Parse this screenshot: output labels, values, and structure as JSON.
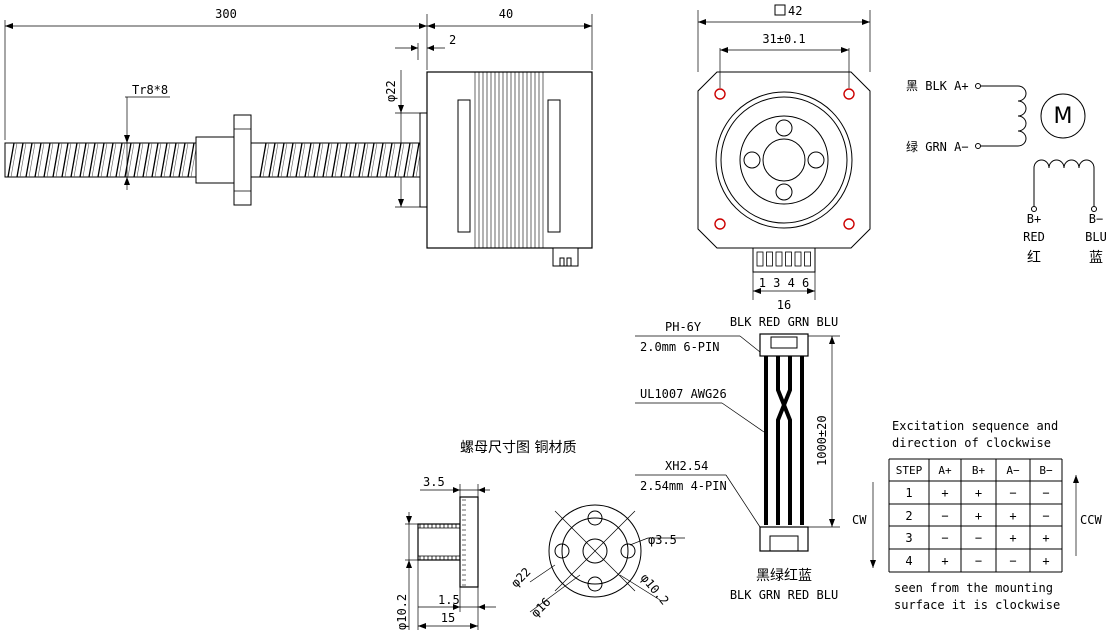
{
  "dims": {
    "screw_length": "300",
    "motor_length": "40",
    "boss_length": "2",
    "boss_dia": "φ22",
    "thread": "Tr8*8",
    "square": "42",
    "hole_pitch": "31±0.1",
    "connector_width": "16",
    "connector_pins": "1 3 4 6"
  },
  "wiring": {
    "blk_label": "黑 BLK A+",
    "grn_label": "绿 GRN A−",
    "motor_symbol": "M",
    "b_plus": "B+",
    "red": "RED",
    "red_cn": "红",
    "b_minus": "B−",
    "blu": "BLU",
    "blu_cn": "蓝"
  },
  "cable": {
    "top_colors": "BLK RED GRN BLU",
    "ph_label": "PH-6Y",
    "ph_desc": "2.0mm 6-PIN",
    "wire_label": "UL1007 AWG26",
    "xh_label": "XH2.54",
    "xh_desc": "2.54mm 4-PIN",
    "length": "1000±20",
    "bottom_cn": "黑绿红蓝",
    "bottom_colors": "BLK GRN RED BLU"
  },
  "nut": {
    "title": "螺母尺寸图 铜材质",
    "flange": "3.5",
    "dia_102": "φ10.2",
    "step": "1.5",
    "length": "15",
    "dia_22": "φ22",
    "dia_16": "φ16",
    "hole": "φ3.5",
    "pcd": "φ10.2"
  },
  "excitation": {
    "title_line1": "Excitation sequence and",
    "title_line2": "direction of clockwise",
    "cw": "CW",
    "ccw": "CCW",
    "headers": [
      "STEP",
      "A+",
      "B+",
      "A−",
      "B−"
    ],
    "rows": [
      [
        "1",
        "+",
        "+",
        "−",
        "−"
      ],
      [
        "2",
        "−",
        "+",
        "+",
        "−"
      ],
      [
        "3",
        "−",
        "−",
        "+",
        "+"
      ],
      [
        "4",
        "+",
        "−",
        "−",
        "+"
      ]
    ],
    "note_line1": "seen from the mounting",
    "note_line2": "surface it is clockwise"
  }
}
